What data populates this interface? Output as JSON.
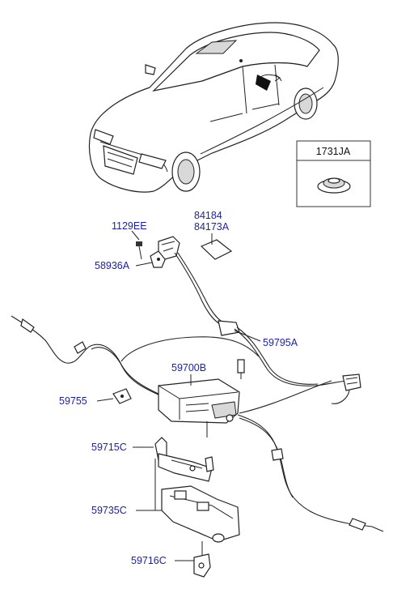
{
  "callouts": {
    "part_1731JA": "1731JA",
    "part_1129EE": "1129EE",
    "part_84184": "84184",
    "part_84173A": "84173A",
    "part_58936A": "58936A",
    "part_59795A": "59795A",
    "part_59700B": "59700B",
    "part_59755": "59755",
    "part_59715C": "59715C",
    "part_59735C": "59735C",
    "part_59716C": "59716C"
  },
  "colors": {
    "callout_text": "#1a1fb0",
    "inset_text": "#111111",
    "line": "#222222"
  }
}
